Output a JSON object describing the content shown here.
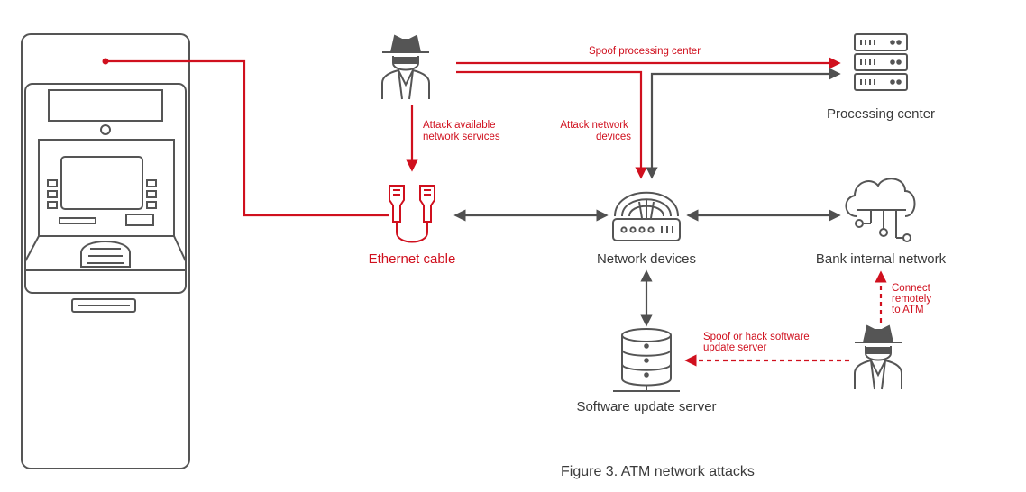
{
  "colors": {
    "attack_red": "#d0101e",
    "line_dark": "#505050",
    "icon_gray": "#555555"
  },
  "nodes": {
    "processing_center": {
      "label": "Processing center",
      "icon": "server-rack-icon"
    },
    "ethernet_cable": {
      "label": "Ethernet cable",
      "icon": "ethernet-cable-icon"
    },
    "network_devices": {
      "label": "Network devices",
      "icon": "router-icon"
    },
    "bank_internal_network": {
      "label": "Bank internal network",
      "icon": "cloud-network-icon"
    },
    "software_update_server": {
      "label": "Software update server",
      "icon": "database-server-icon"
    },
    "atm": {
      "icon": "atm-machine-icon"
    },
    "attacker_top": {
      "icon": "hacker-icon"
    },
    "attacker_bottom": {
      "icon": "hacker-icon"
    }
  },
  "edges": {
    "spoof_processing_center": "Spoof processing center",
    "attack_available_services": [
      "Attack available",
      "network services"
    ],
    "attack_network_devices": [
      "Attack network",
      "devices"
    ],
    "spoof_update_server": [
      "Spoof or hack software",
      "update server"
    ],
    "connect_remotely": [
      "Connect",
      "remotely",
      "to ATM"
    ]
  },
  "caption": "Figure 3. ATM network attacks"
}
